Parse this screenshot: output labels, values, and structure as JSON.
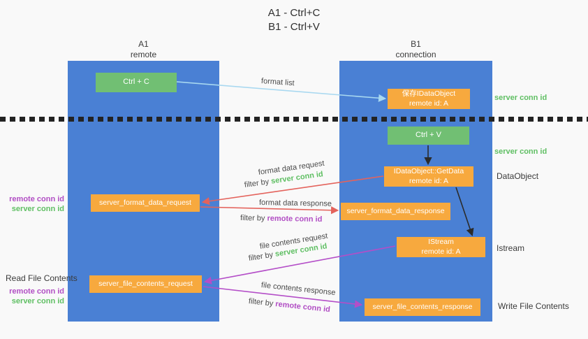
{
  "title": {
    "line1": "A1 - Ctrl+C",
    "line2": "B1 - Ctrl+V"
  },
  "columns": {
    "left": {
      "name": "A1",
      "subtitle": "remote"
    },
    "right": {
      "name": "B1",
      "subtitle": "connection"
    }
  },
  "boxes": {
    "ctrl_c": {
      "label": "Ctrl + C"
    },
    "save_idataobject": {
      "line1": "保存IDataObject",
      "line2": "remote id: A"
    },
    "ctrl_v": {
      "label": "Ctrl + V"
    },
    "idataobject_getdata": {
      "line1": "IDataObject::GetData",
      "line2": "remote id: A"
    },
    "server_format_data_request": {
      "label": "server_format_data_request"
    },
    "server_format_data_response": {
      "label": "server_format_data_response"
    },
    "istream": {
      "line1": "IStream",
      "line2": "remote id: A"
    },
    "server_file_contents_request": {
      "label": "server_file_contents_request"
    },
    "server_file_contents_response": {
      "label": "server_file_contents_response"
    }
  },
  "arrows": {
    "format_list": {
      "label": "format list"
    },
    "format_data_request": {
      "label": "format data request",
      "filter_prefix": "filter by",
      "filter_key": "server conn id"
    },
    "format_data_response": {
      "label": "format data response",
      "filter_prefix": "filter by",
      "filter_key": "remote conn id"
    },
    "file_contents_request": {
      "label": "file contents request",
      "filter_prefix": "filter by",
      "filter_key": "server conn id"
    },
    "file_contents_response": {
      "label": "file contents response",
      "filter_prefix": "filter by",
      "filter_key": "remote conn id"
    }
  },
  "annotations": {
    "server_conn_id_right_top": "server conn id",
    "server_conn_id_right_mid": "server conn id",
    "dataobject": "DataObject",
    "istream": "Istream",
    "write_file_contents": "Write File Contents",
    "read_file_contents": "Read File Contents",
    "format_pair": {
      "remote": "remote conn id",
      "server": "server conn id"
    },
    "file_pair": {
      "remote": "remote conn id",
      "server": "server conn id"
    }
  },
  "colors": {
    "column_blue": "#4a80d4",
    "box_green": "#71bf73",
    "box_orange": "#f7a93e",
    "arrow_blue": "#a8d8f0",
    "arrow_red": "#e4635c",
    "arrow_purple": "#b44ec8",
    "text_green": "#5fbf63",
    "text_purple": "#b14ec4"
  }
}
